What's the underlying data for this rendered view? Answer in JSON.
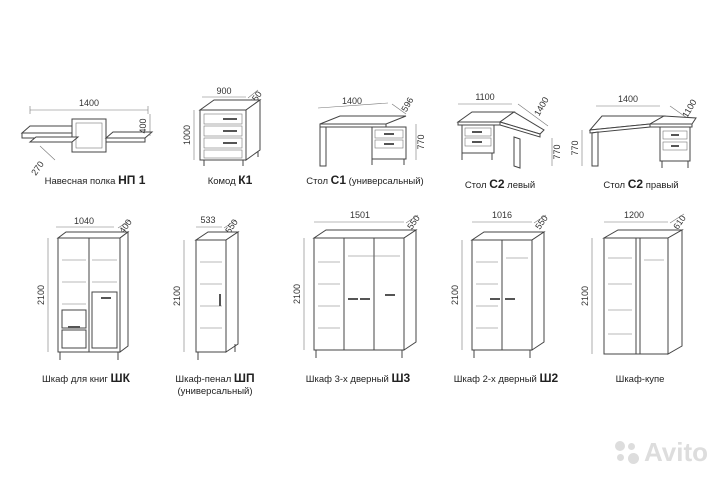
{
  "items": [
    {
      "dims": [
        "1400",
        "400",
        "270"
      ],
      "caption_pre": "Навесная полка",
      "caption_code": "НП 1",
      "caption_post": "",
      "caption_sub": ""
    },
    {
      "dims": [
        "900",
        "550",
        "1000"
      ],
      "caption_pre": "Комод",
      "caption_code": "К1",
      "caption_post": "",
      "caption_sub": ""
    },
    {
      "dims": [
        "1400",
        "596",
        "770"
      ],
      "caption_pre": "Стол",
      "caption_code": "С1",
      "caption_post": "(универсальный)",
      "caption_sub": ""
    },
    {
      "dims": [
        "1100",
        "1400",
        "770"
      ],
      "caption_pre": "Стол",
      "caption_code": "С2",
      "caption_post": "левый",
      "caption_sub": ""
    },
    {
      "dims": [
        "1400",
        "1100",
        "770"
      ],
      "caption_pre": "Стол",
      "caption_code": "С2",
      "caption_post": "правый",
      "caption_sub": ""
    },
    {
      "dims": [
        "1040",
        "400",
        "2100"
      ],
      "caption_pre": "Шкаф для книг",
      "caption_code": "ШК",
      "caption_post": "",
      "caption_sub": ""
    },
    {
      "dims": [
        "533",
        "550",
        "2100"
      ],
      "caption_pre": "Шкаф-пенал",
      "caption_code": "ШП",
      "caption_post": "",
      "caption_sub": "(универсальный)"
    },
    {
      "dims": [
        "1501",
        "550",
        "2100"
      ],
      "caption_pre": "Шкаф 3-х дверный",
      "caption_code": "Ш3",
      "caption_post": "",
      "caption_sub": ""
    },
    {
      "dims": [
        "1016",
        "550",
        "2100"
      ],
      "caption_pre": "Шкаф 2-х дверный",
      "caption_code": "Ш2",
      "caption_post": "",
      "caption_sub": ""
    },
    {
      "dims": [
        "1200",
        "610",
        "2100"
      ],
      "caption_pre": "Шкаф-купе",
      "caption_code": "",
      "caption_post": "",
      "caption_sub": ""
    }
  ],
  "watermark": "Avito"
}
